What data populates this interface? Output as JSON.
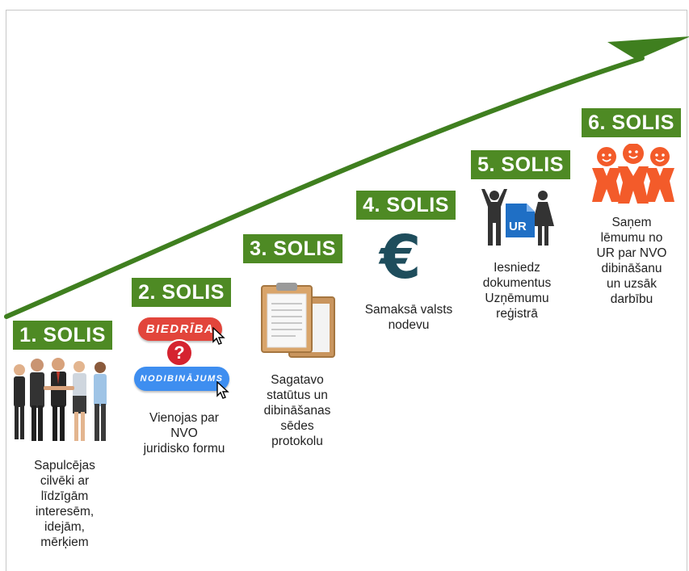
{
  "steps": [
    {
      "badge": "1. SOLIS",
      "text": [
        "Sapulcējas",
        "cilvēki ar",
        "līdzīgām",
        "interesēm,",
        "idejām,",
        "mērķiem"
      ],
      "icon": "group-of-people-icon"
    },
    {
      "badge": "2. SOLIS",
      "text": [
        "Vienojas par",
        "NVO",
        "juridisko formu"
      ],
      "icon": "choice-icon",
      "options": [
        "BIEDRĪBA",
        "NODIBINĀJUMS"
      ],
      "question_mark": "?"
    },
    {
      "badge": "3. SOLIS",
      "text": [
        "Sagatavo",
        "statūtus un",
        "dibināšanas",
        "sēdes",
        "protokolu"
      ],
      "icon": "clipboard-documents-icon"
    },
    {
      "badge": "4. SOLIS",
      "text": [
        "Samaksā valsts",
        "nodevu"
      ],
      "icon": "euro-icon",
      "euro_symbol": "€"
    },
    {
      "badge": "5. SOLIS",
      "text": [
        "Iesniedz",
        "dokumentus",
        "Uzņēmumu",
        "reģistrā"
      ],
      "icon": "people-document-icon",
      "doc_label": "UR"
    },
    {
      "badge": "6. SOLIS",
      "text": [
        "Saņem",
        "lēmumu no",
        "UR par NVO",
        "dibināšanu",
        "un uzsāk",
        "darbību"
      ],
      "icon": "happy-people-icon"
    }
  ],
  "colors": {
    "badge": "#4e8a24",
    "arrow": "#3f7f1f",
    "euro": "#1e4d5c",
    "people_orange": "#f35b2a",
    "pill_red": "#e2453b",
    "pill_blue": "#3e8ef0",
    "doc_blue": "#1f6fc5"
  }
}
